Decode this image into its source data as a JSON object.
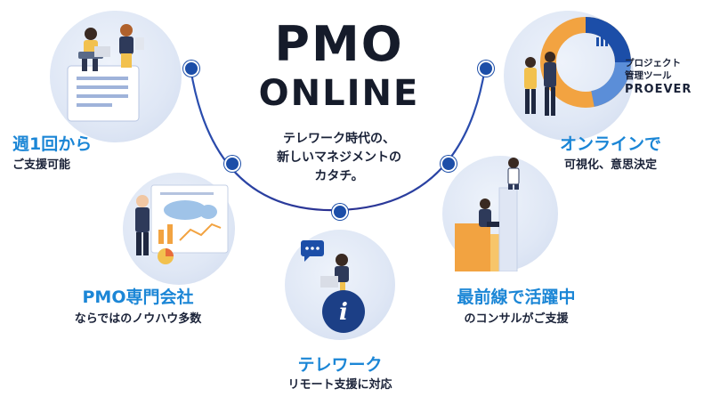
{
  "logo": {
    "line1": "PMO",
    "line2": "ONLINE"
  },
  "tagline": [
    "テレワーク時代の、",
    "新しいマネジメントの",
    "カタチ。"
  ],
  "features": {
    "weekly": {
      "title": "週1回から",
      "sub": "ご支援可能"
    },
    "pmo_firm": {
      "title": "PMO専門会社",
      "sub": "ならではのノウハウ多数"
    },
    "telework": {
      "title": "テレワーク",
      "sub": "リモート支援に対応"
    },
    "frontline": {
      "title": "最前線で活躍中",
      "sub": "のコンサルがご支援"
    },
    "online": {
      "title": "オンラインで",
      "sub": "可視化、意思決定"
    }
  },
  "proever": {
    "line1": "プロジェクト",
    "line2": "管理ツール",
    "line3": "PROEVER"
  },
  "colors": {
    "accent_blue": "#1b86d6",
    "navy": "#1c4ea8",
    "text_dark": "#1a2238"
  },
  "icons": [
    "info-icon",
    "chat-bubble-icon",
    "pie-chart-icon",
    "bar-chart-icon"
  ]
}
